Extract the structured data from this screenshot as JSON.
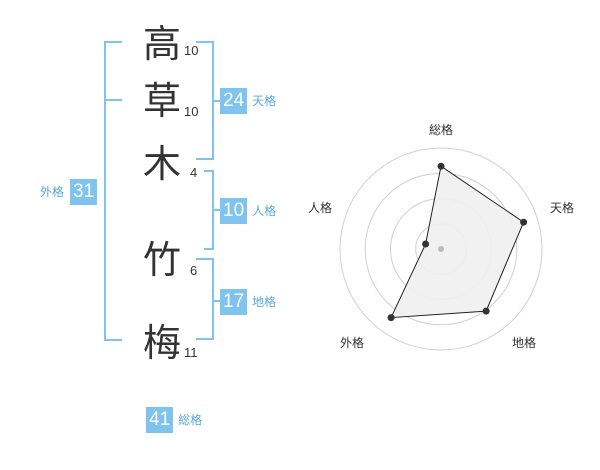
{
  "name": {
    "characters": [
      {
        "char": "高",
        "strokes": "10"
      },
      {
        "char": "草",
        "strokes": "10"
      },
      {
        "char": "木",
        "strokes": "4"
      },
      {
        "char": "竹",
        "strokes": "6"
      },
      {
        "char": "梅",
        "strokes": "11"
      }
    ]
  },
  "fortune": {
    "tenkaku": {
      "value": "24",
      "label": "天格"
    },
    "jinkaku": {
      "value": "10",
      "label": "人格"
    },
    "chikaku": {
      "value": "17",
      "label": "地格"
    },
    "gaikaku": {
      "value": "31",
      "label": "外格"
    },
    "soukaku": {
      "value": "41",
      "label": "総格"
    }
  },
  "accent_color": "#7ec4ef",
  "label_color": "#5aa9de",
  "chart_data": {
    "type": "radar",
    "axes": [
      "総格",
      "天格",
      "地格",
      "外格",
      "人格"
    ],
    "values": [
      0.82,
      0.86,
      0.76,
      0.84,
      0.16
    ],
    "range": [
      0,
      1
    ],
    "rings": 4
  }
}
